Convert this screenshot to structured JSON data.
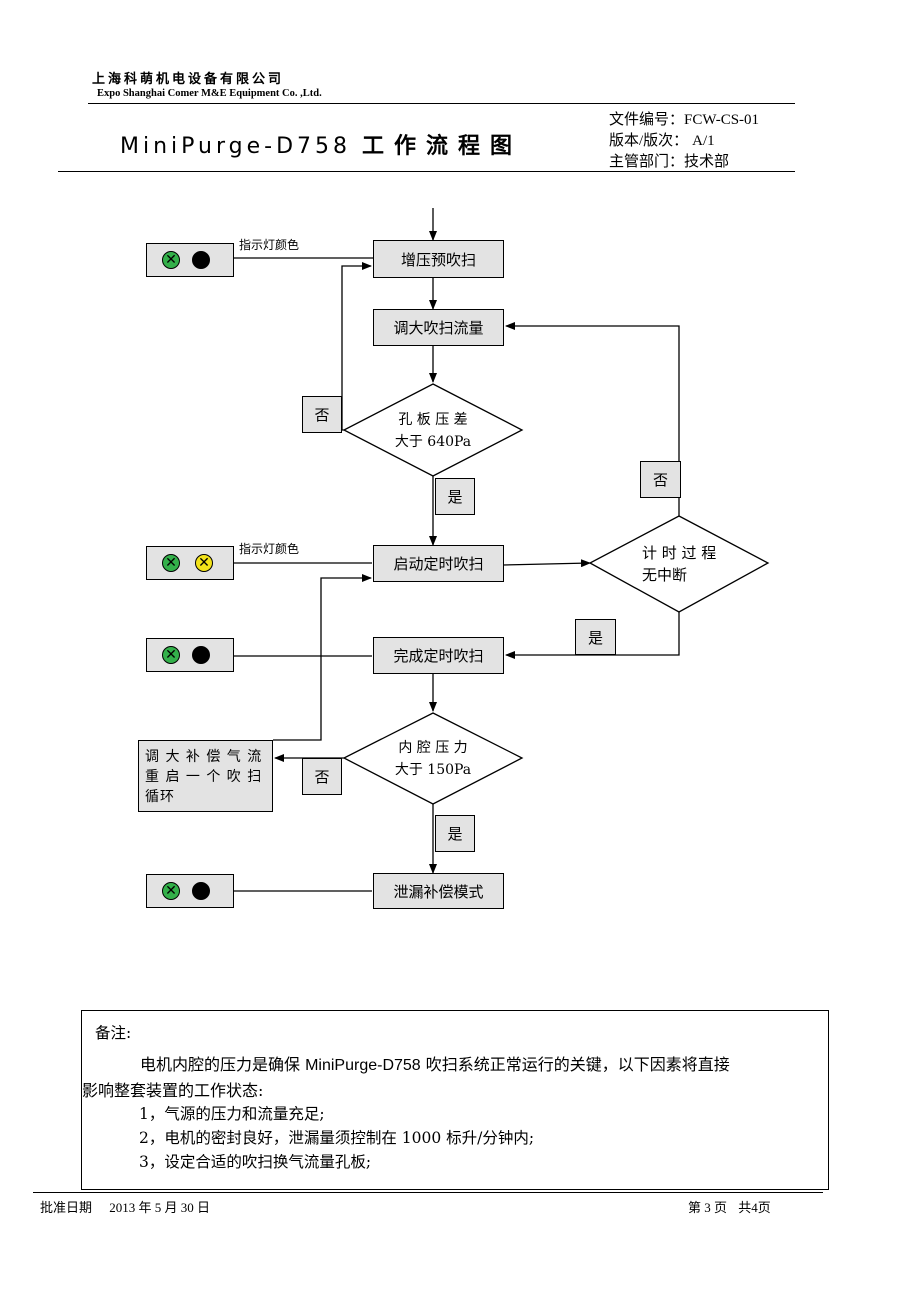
{
  "header": {
    "company_cn": "上海科萌机电设备有限公司",
    "company_en": "Expo Shanghai Comer M&E Equipment    Co. ,Ltd.",
    "title_en": "MiniPurge-D758",
    "title_cn": "工作流程图",
    "doc_no_label": "文件编号：",
    "doc_no": "FCW-CS-01",
    "version_label": "版本/版次：",
    "version": "A/1",
    "dept_label": "主管部门：",
    "dept": "技术部"
  },
  "flow": {
    "indicator_label_1": "指示灯颜色",
    "indicator_label_2": "指示灯颜色",
    "step_pressurize": "增压预吹扫",
    "step_increase_flow": "调大吹扫流量",
    "decision_orifice_line1": "孔 板 压 差",
    "decision_orifice_line2": "大于 640Pa",
    "step_start_timer": "启动定时吹扫",
    "decision_timer_line1": "计 时 过 程",
    "decision_timer_line2": "无中断",
    "step_finish_timer": "完成定时吹扫",
    "decision_cavity_line1": "内 腔 压 力",
    "decision_cavity_line2": "大于 150Pa",
    "step_restart_line1": "调 大 补 偿 气 流",
    "step_restart_line2": "重 启 一 个 吹 扫",
    "step_restart_line3": "循环",
    "step_leak_comp": "泄漏补偿模式",
    "no": "否",
    "yes": "是",
    "lamp_colors": {
      "green": "#33b04a",
      "black": "#000000",
      "yellow": "#f2e21a"
    }
  },
  "note": {
    "title": "备注:",
    "para_pre": "电机内腔的压力是确保 ",
    "para_brand": "MiniPurge-D758",
    "para_post": " 吹扫系统正常运行的关键，以下因素将直接",
    "para_line2": "影响整套装置的工作状态:",
    "item1": "1，气源的压力和流量充足;",
    "item2": "2，电机的密封良好，泄漏量须控制在 1000 标升/分钟内;",
    "item3": "3，设定合适的吹扫换气流量孔板;"
  },
  "footer": {
    "approval_label": "批准日期",
    "approval_date": "2013 年 5 月 30 日",
    "page_label": "第",
    "page_num": "3",
    "page_unit": "页",
    "total_label": "共",
    "total_num": "4",
    "total_unit": "页"
  }
}
